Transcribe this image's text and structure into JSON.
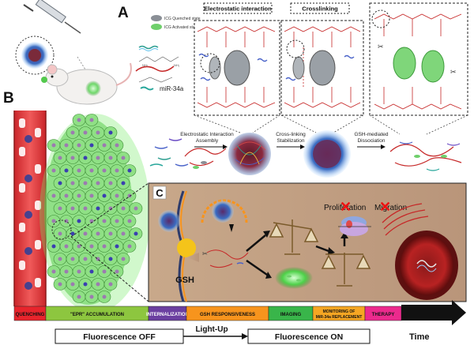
{
  "panel_labels": {
    "a": "A",
    "b": "B",
    "c": "C"
  },
  "legend": {
    "quenched": "ICG Quenched state",
    "activated": "ICG Activated state",
    "mirna": "miR-34a"
  },
  "boxes": {
    "electrostatic": "Electrostatic interaction",
    "crosslinking": "Crosslinking"
  },
  "steps": {
    "assembly_line1": "Electrostatic Interaction",
    "assembly_line2": "Assembly",
    "crosslink_line1": "Cross-linking",
    "crosslink_line2": "Stabilization",
    "dissociation_line1": "GSH-mediated",
    "dissociation_line2": "Dissociation"
  },
  "panel_c": {
    "gsh": "GSH",
    "proliferation": "Proliferation",
    "migration": "Migration"
  },
  "timeline": [
    {
      "label": "QUENCHING",
      "color": "#e8242c"
    },
    {
      "label": "\"EPR\" ACCUMULATION",
      "color": "#8dc63f"
    },
    {
      "label": "INTERNALIZATION",
      "color": "#6b3fa0"
    },
    {
      "label": "GSH RESPONSIVENESS",
      "color": "#f7941d"
    },
    {
      "label": "IMAGING",
      "color": "#39b54a"
    },
    {
      "label": "MONITORING OF",
      "label2": "MiR-34a REPLACEMENT",
      "color": "#f6a623"
    },
    {
      "label": "THERAPY",
      "color": "#ec2a8d"
    }
  ],
  "time_label": "Time",
  "light_up": "Light-Up",
  "fluorescence_off": "Fluorescence OFF",
  "fluorescence_on": "Fluorescence ON"
}
